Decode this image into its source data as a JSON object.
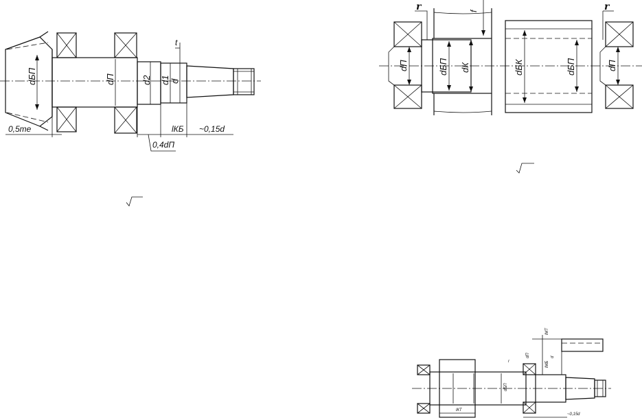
{
  "diagram1": {
    "labels": {
      "d_bp": "dБП",
      "d_p": "dП",
      "d_2": "d2",
      "d_1": "d1",
      "d": "d",
      "t": "t",
      "half_m": "0,5me",
      "l_kb": "lКБ",
      "rad_015d": "~0,15d",
      "rad_04dp": "0,4dП"
    }
  },
  "diagram2": {
    "labels": {
      "r_left": "r",
      "r_right": "r",
      "f": "f",
      "d_p_left": "dП",
      "d_bp_left": "dБП",
      "d_k": "dК",
      "d_bk": "dБК",
      "d_bp_right": "dБП",
      "d_p_right": "dП"
    }
  },
  "diagram3": {
    "labels": {
      "l_mt": "lМТ",
      "l_mb": "lМБ",
      "rad_015d": "~0,15d",
      "d_p": "dП",
      "d": "d",
      "d_bp": "dБП",
      "r": "r",
      "l_kt": "lКТ"
    }
  },
  "symbols": {
    "surface_root": "√"
  }
}
